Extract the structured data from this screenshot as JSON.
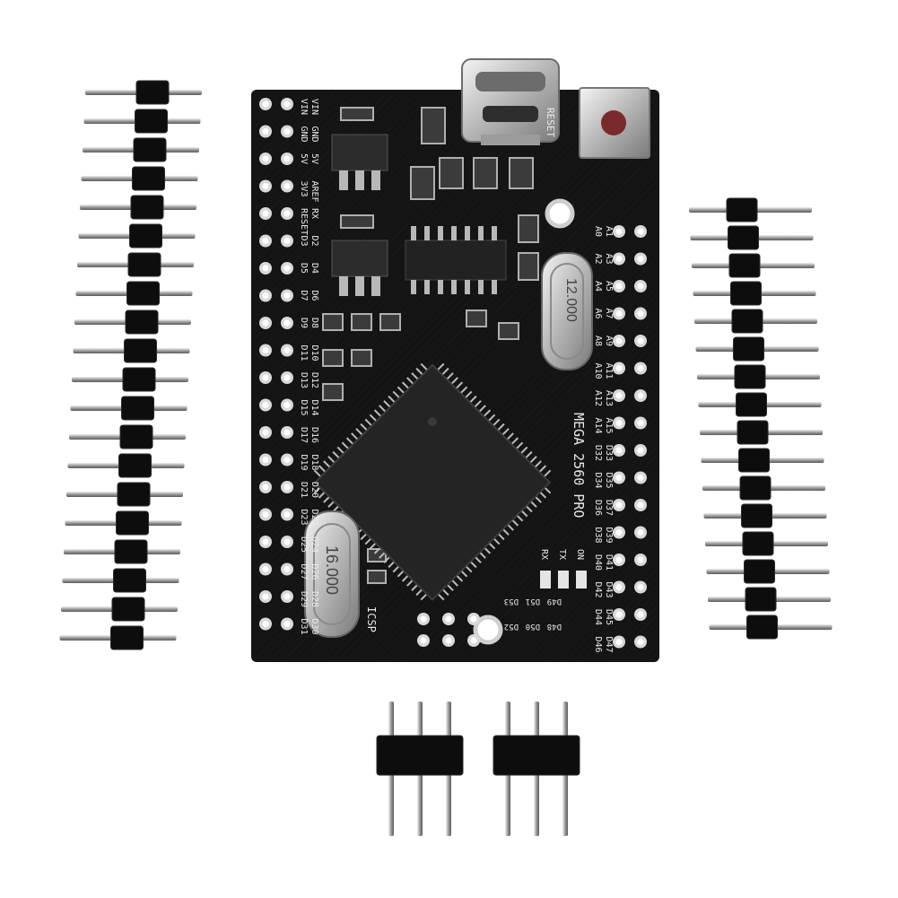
{
  "board": {
    "model_label": "MEGA 2560 PRO",
    "crystal_top_label": "12.000",
    "crystal_bottom_label": "16.000",
    "icsp_label": "ICSP",
    "reset_label": "RESET",
    "led_labels": [
      "RX",
      "TX",
      "ON"
    ],
    "left_outer_labels": [
      "VIN",
      "GND",
      "5V",
      "3V3",
      "RESET",
      "D3",
      "D5",
      "D7",
      "D9",
      "D11",
      "D13",
      "D15",
      "D17",
      "D19",
      "D21",
      "D23",
      "D25",
      "D27",
      "D29",
      "D31"
    ],
    "left_inner_labels": [
      "VIN",
      "GND",
      "5V",
      "AREF",
      "RX",
      "D2",
      "D4",
      "D6",
      "D8",
      "D10",
      "D12",
      "D14",
      "D16",
      "D18",
      "D20",
      "D22",
      "D24",
      "D26",
      "D28",
      "D30"
    ],
    "right_inner_labels": [
      "A0",
      "A2",
      "A4",
      "A6",
      "A8",
      "A10",
      "A12",
      "A14",
      "D32",
      "D34",
      "D36",
      "D38",
      "D40",
      "D42",
      "D44",
      "D46"
    ],
    "right_outer_labels": [
      "A1",
      "A3",
      "A5",
      "A7",
      "A9",
      "A11",
      "A13",
      "A15",
      "D33",
      "D35",
      "D37",
      "D39",
      "D41",
      "D43",
      "D45",
      "D47"
    ],
    "bottom_labels": [
      "D53",
      "D51",
      "D49",
      "D52",
      "D50",
      "D48"
    ],
    "colors": {
      "pcb": "#141414",
      "header": "#0d0d0d",
      "pin": "#c8c8c8",
      "button": "#7a2a2a"
    }
  }
}
